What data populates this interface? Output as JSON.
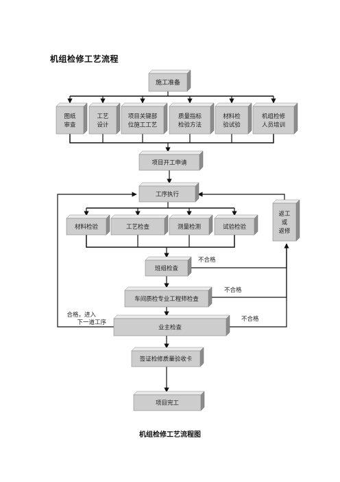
{
  "page_title": "机组检修工艺流程",
  "caption": "机组检修工艺流程图",
  "nodes": {
    "prep": [
      "施工准备"
    ],
    "drawing_review": [
      "图纸",
      "审查"
    ],
    "process_design": [
      "工艺",
      "设计"
    ],
    "key_part_process": [
      "项目关键部",
      "位施工工艺"
    ],
    "quality_index": [
      "质量指标",
      "检验方法"
    ],
    "material_test": [
      "材料检",
      "验试验"
    ],
    "staff_training": [
      "机组检修",
      "人员培训"
    ],
    "start_application": [
      "项目开工申请"
    ],
    "process_execution": [
      "工序执行"
    ],
    "material_inspection": [
      "材料检验"
    ],
    "process_check": [
      "工艺检查"
    ],
    "measurement": [
      "测量检测"
    ],
    "trial_inspection": [
      "试验检验"
    ],
    "team_check": [
      "班组检查"
    ],
    "workshop_check": [
      "车间质检专业工程师检查"
    ],
    "owner_check": [
      "业主检查"
    ],
    "sign_card": [
      "签证检修质量验收卡"
    ],
    "complete": [
      "项目完工"
    ],
    "rework": [
      "返工",
      "或",
      "返修"
    ]
  },
  "labels": {
    "fail_1": "不合格",
    "fail_2": "不合格",
    "fail_3": "不合格",
    "pass_next": [
      "合格，进入",
      "下一道工序"
    ]
  }
}
